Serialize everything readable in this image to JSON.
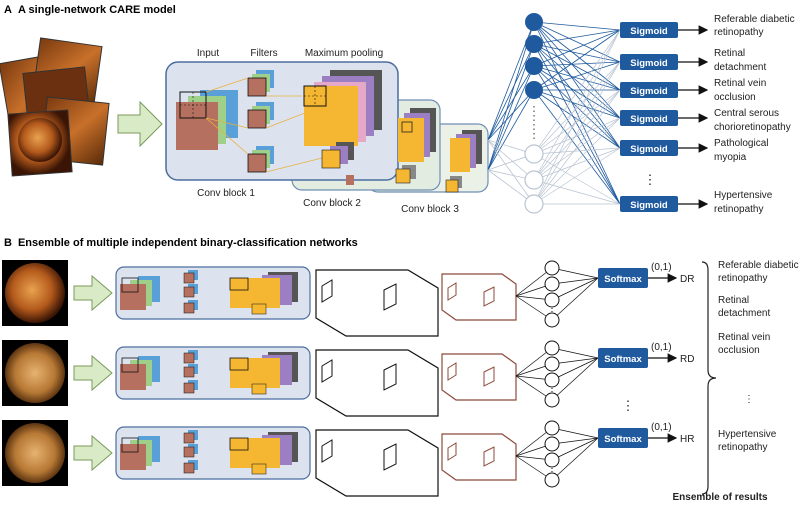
{
  "section_a": {
    "letter": "A",
    "title": "A single-network CARE model",
    "labels": {
      "input": "Input",
      "filters": "Filters",
      "max_pooling": "Maximum pooling",
      "conv_block_1": "Conv block 1",
      "conv_block_2": "Conv block 2",
      "conv_block_3": "Conv block 3"
    },
    "sigmoid_label": "Sigmoid",
    "outputs": [
      [
        "Referable diabetic",
        "retinopathy"
      ],
      [
        "Retinal",
        "detachment"
      ],
      [
        "Retinal vein",
        "occlusion"
      ],
      [
        "Central serous",
        "chorioretinopathy"
      ],
      [
        "Pathological",
        "myopia"
      ],
      [
        "Hypertensive",
        "retinopathy"
      ]
    ]
  },
  "section_b": {
    "letter": "B",
    "title": "Ensemble of multiple independent binary-classification networks",
    "softmax_label": "Softmax",
    "range_label": "(0,1)",
    "rows": [
      {
        "abbrev": "DR"
      },
      {
        "abbrev": "RD"
      },
      {
        "abbrev": "HR"
      }
    ],
    "right_labels": [
      [
        "Referable diabetic",
        "retinopathy"
      ],
      [
        "Retinal",
        "detachment"
      ],
      [
        "Retinal vein",
        "occlusion"
      ],
      [
        "Hypertensive",
        "retinopathy"
      ]
    ],
    "ensemble_label": "Ensemble of results",
    "ellipsis": "⋮"
  },
  "colors": {
    "accent_blue": "#1f5a9e",
    "node_blue": "#1f5a9e",
    "arrow_green": "#d9ebc6",
    "block_border": "#5c7fb0",
    "block_fill": "#dde3ee",
    "block2_fill": "#e6f0e2",
    "pool_orange": "#f5b731",
    "brown": "#b5705f"
  }
}
